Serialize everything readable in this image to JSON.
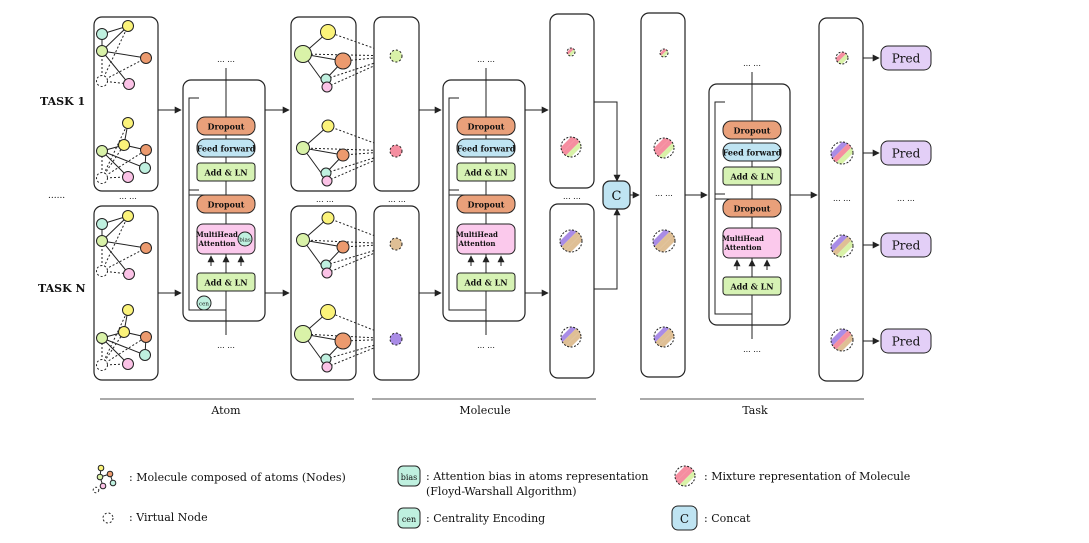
{
  "tasks": {
    "first": "TASK 1",
    "last": "TASK N",
    "ellipsis": "......"
  },
  "block": {
    "dropout": "Dropout",
    "feed_forward": "Feed forward",
    "add_ln": "Add & LN",
    "multihead_1": "MultiHead",
    "multihead_2": "Attention",
    "bias": "bias",
    "cen": "cen",
    "dots": "... ..."
  },
  "concat_symbol": "C",
  "pred_label": "Pred",
  "sections": {
    "atom": "Atom",
    "molecule": "Molecule",
    "task": "Task"
  },
  "legend": {
    "molecule": ": Molecule composed of atoms (Nodes)",
    "virtual_node": ": Virtual Node",
    "bias_text_1": ": Attention bias in atoms representation",
    "bias_text_2": "(Floyd-Warshall Algorithm)",
    "cen_text": ": Centrality Encoding",
    "mixture": ": Mixture representation of Molecule",
    "concat": ": Concat"
  },
  "colors": {
    "dropout": "#e9a07a",
    "feed_forward": "#bfe4f2",
    "add_ln": "#d6f2b4",
    "multihead": "#fbc9ec",
    "pred": "#e3cff7",
    "concat": "#bfe4f2",
    "bias": "#bff0df",
    "node_yellow": "#fbf37a",
    "node_orange": "#ec9a6e",
    "node_cyan": "#bff0df",
    "node_pink": "#fbc2e6",
    "node_green": "#d9f2a8",
    "node_red": "#f58ea0",
    "node_tan": "#dfbf95",
    "node_purple": "#a98ce6"
  }
}
